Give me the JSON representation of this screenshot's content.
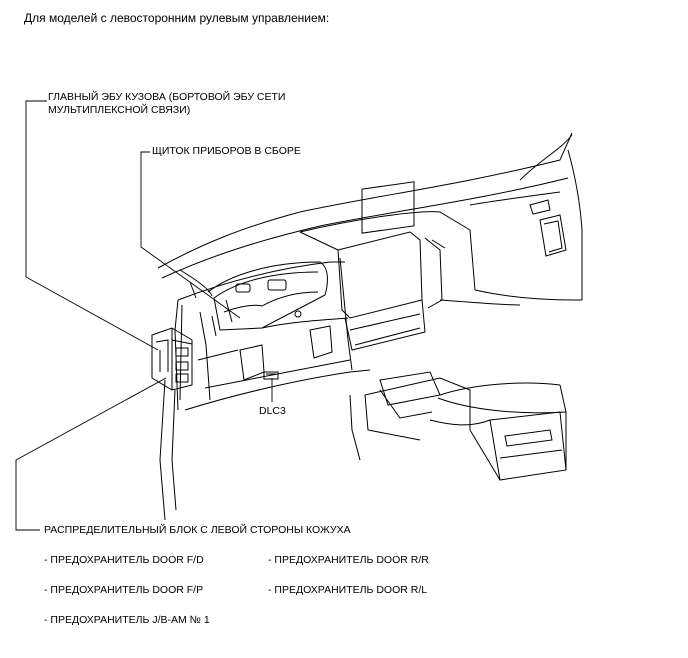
{
  "header": "Для моделей с левосторонним рулевым управлением:",
  "labels": {
    "main_ecu_line1": "ГЛАВНЫЙ ЭБУ КУЗОВА (БОРТОВОЙ ЭБУ СЕТИ",
    "main_ecu_line2": "МУЛЬТИПЛЕКСНОЙ СВЯЗИ)",
    "combination_meter": "ЩИТОК ПРИБОРОВ В СБОРЕ",
    "dlc3": "DLC3",
    "junction_block": "РАСПРЕДЕЛИТЕЛЬНЫЙ БЛОК С ЛЕВОЙ СТОРОНЫ КОЖУХА"
  },
  "fuses": [
    "- ПРЕДОХРАНИТЕЛЬ DOOR F/D",
    "- ПРЕДОХРАНИТЕЛЬ DOOR R/R",
    "- ПРЕДОХРАНИТЕЛЬ DOOR F/P",
    "- ПРЕДОХРАНИТЕЛЬ DOOR R/L",
    "- ПРЕДОХРАНИТЕЛЬ J/B-AM № 1"
  ]
}
